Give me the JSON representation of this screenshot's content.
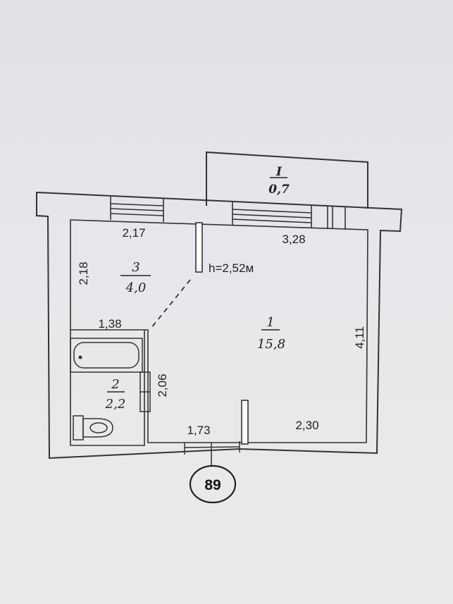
{
  "rooms": [
    {
      "id": "balcony",
      "number": "I",
      "area": "0,7"
    },
    {
      "id": "kitchen",
      "number": "3",
      "area": "4,0"
    },
    {
      "id": "living",
      "number": "1",
      "area": "15,8"
    },
    {
      "id": "bathroom",
      "number": "2",
      "area": "2,2"
    }
  ],
  "dimensions": {
    "kitchen_width": "2,17",
    "kitchen_depth": "2,18",
    "living_width_top": "3,28",
    "living_depth": "4,11",
    "bath_width": "1,38",
    "bath_depth": "2,06",
    "entry_width": "1,73",
    "living_width_bottom": "2,30"
  },
  "ceiling_height": "h=2,52м",
  "apartment_number": "89"
}
